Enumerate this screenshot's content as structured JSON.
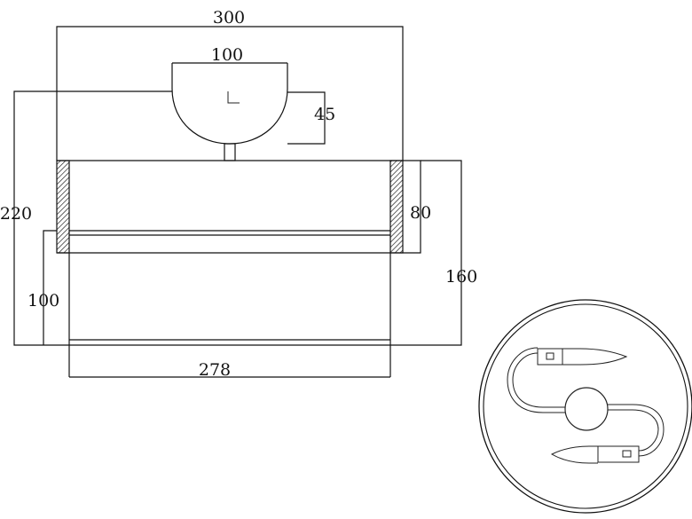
{
  "drawing": {
    "dimensions": {
      "top_width": "300",
      "bowl_width": "100",
      "bowl_depth": "45",
      "total_height": "220",
      "band_height": "80",
      "lower_height": "160",
      "left_lower": "100",
      "bottom_width": "278"
    }
  }
}
